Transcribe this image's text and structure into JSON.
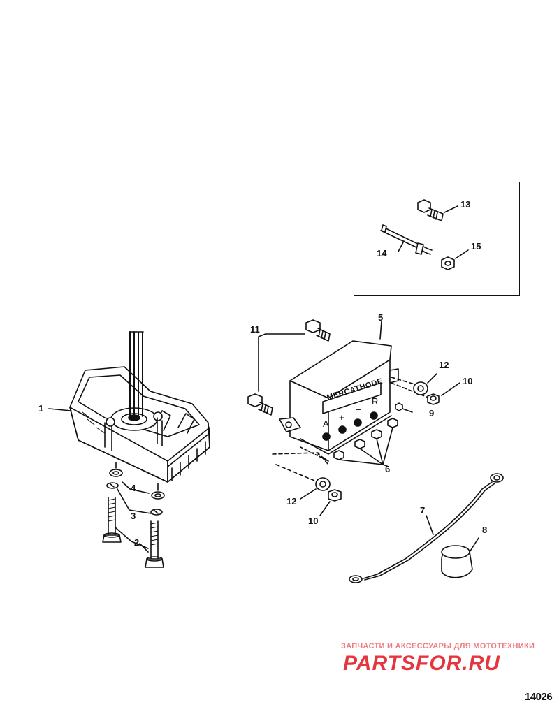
{
  "diagram": {
    "figure_number": "14026",
    "module_marking": "MERCATHODE",
    "terminal_labels": [
      "A",
      "+",
      "−",
      "R"
    ],
    "callouts": [
      {
        "id": "c1",
        "text": "1"
      },
      {
        "id": "c2",
        "text": "2"
      },
      {
        "id": "c3",
        "text": "3"
      },
      {
        "id": "c4",
        "text": "4"
      },
      {
        "id": "c5",
        "text": "5"
      },
      {
        "id": "c6",
        "text": "6"
      },
      {
        "id": "c7",
        "text": "7"
      },
      {
        "id": "c8",
        "text": "8"
      },
      {
        "id": "c9",
        "text": "9"
      },
      {
        "id": "c10a",
        "text": "10"
      },
      {
        "id": "c10b",
        "text": "10"
      },
      {
        "id": "c11",
        "text": "11"
      },
      {
        "id": "c12a",
        "text": "12"
      },
      {
        "id": "c12b",
        "text": "12"
      },
      {
        "id": "c13",
        "text": "13"
      },
      {
        "id": "c14",
        "text": "14"
      },
      {
        "id": "c15",
        "text": "15"
      }
    ]
  },
  "watermark": {
    "tagline": "ЗАПЧАСТИ И АКСЕССУАРЫ ДЛЯ МОТОТЕХНИКИ",
    "brand": "PARTSFOR.RU",
    "color": "#e0141e"
  }
}
